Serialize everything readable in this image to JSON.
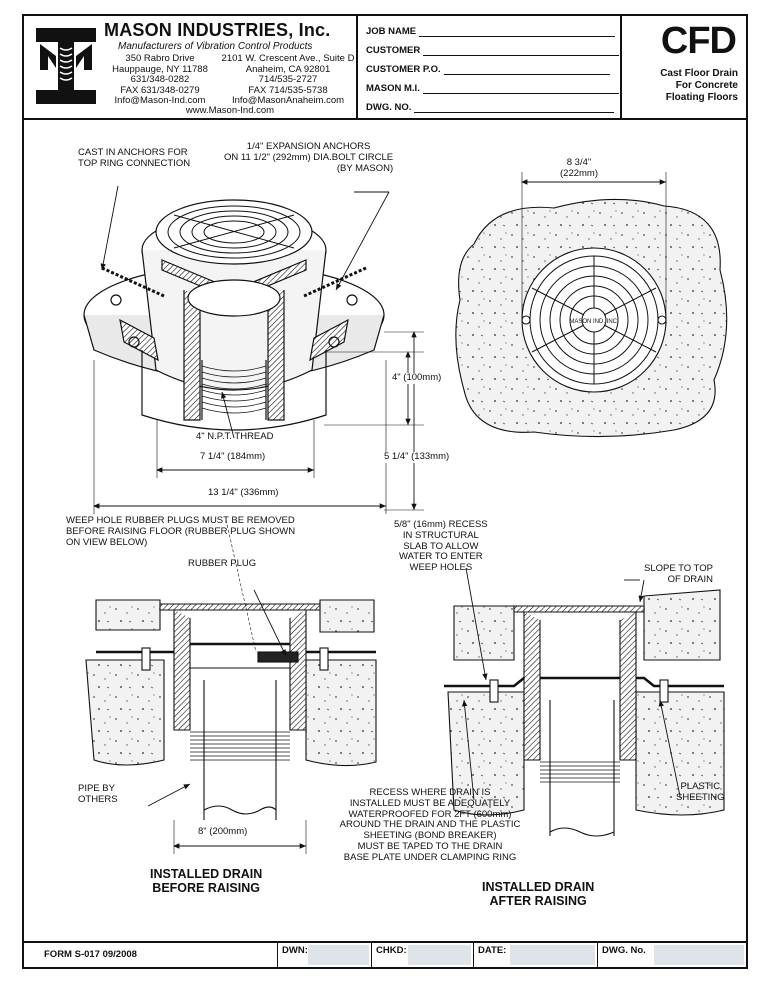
{
  "company": {
    "name": "MASON INDUSTRIES, Inc.",
    "tagline": "Manufacturers of Vibration Control Products",
    "ny_address": [
      "350 Rabro Drive",
      "Hauppauge, NY 11788",
      "631/348-0282",
      "FAX 631/348-0279",
      "Info@Mason-Ind.com"
    ],
    "ca_address": [
      "2101 W. Crescent Ave., Suite D",
      "Anaheim, CA 92801",
      "714/535-2727",
      "FAX 714/535-5738",
      "Info@MasonAnaheim.com"
    ],
    "website": "www.Mason-Ind.com"
  },
  "job_fields": [
    "JOB NAME",
    "CUSTOMER",
    "CUSTOMER P.O.",
    "MASON M.I.",
    "DWG. NO."
  ],
  "product": {
    "code": "CFD",
    "description": [
      "Cast Floor Drain",
      "For Concrete",
      "Floating Floors"
    ]
  },
  "labels": {
    "cast_anchors": [
      "CAST IN ANCHORS FOR",
      "TOP RING CONNECTION"
    ],
    "expansion_anchors": [
      "1/4\" EXPANSION ANCHORS",
      "ON 11 1/2\" (292mm) DIA.BOLT CIRCLE",
      "(BY MASON)"
    ],
    "npt_thread": "4\" N.P.T. THREAD",
    "dim_4": "4\" (100mm)",
    "dim_5_1_4": "5 1/4\" (133mm)",
    "dim_7_1_4": "7 1/4\" (184mm)",
    "dim_13_1_4": "13 1/4\" (336mm)",
    "dim_8_3_4": [
      "8 3/4\"",
      "(222mm)"
    ],
    "grate_text": "MASON IND. INC.",
    "weep_hole_note": [
      "WEEP HOLE RUBBER PLUGS MUST BE REMOVED",
      "BEFORE RAISING FLOOR (RUBBER PLUG SHOWN",
      "ON VIEW BELOW)"
    ],
    "recess_note": [
      "5/8\" (16mm) RECESS",
      "IN STRUCTURAL",
      "SLAB TO ALLOW",
      "WATER TO ENTER",
      "WEEP HOLES"
    ],
    "rubber_plug": "RUBBER PLUG",
    "slope": [
      "SLOPE TO TOP",
      "OF DRAIN"
    ],
    "pipe": [
      "PIPE BY",
      "OTHERS"
    ],
    "dim_8": "8\" (200mm)",
    "plastic": [
      "PLASTIC",
      "SHEETING"
    ],
    "waterproof_note": [
      "RECESS WHERE DRAIN IS",
      "INSTALLED MUST BE ADEQUATELY",
      "WATERPROOFED FOR 2FT (600mm)",
      "AROUND THE DRAIN AND THE PLASTIC",
      "SHEETING (BOND BREAKER)",
      "MUST BE TAPED TO THE DRAIN",
      "BASE PLATE UNDER CLAMPING RING"
    ],
    "caption_before": [
      "INSTALLED DRAIN",
      "BEFORE RAISING"
    ],
    "caption_after": [
      "INSTALLED DRAIN",
      "AFTER RAISING"
    ]
  },
  "footer": {
    "form": "FORM S-017   09/2008",
    "dwn": "DWN:",
    "chkd": "CHKD:",
    "date": "DATE:",
    "dwg_no": "DWG. No."
  }
}
